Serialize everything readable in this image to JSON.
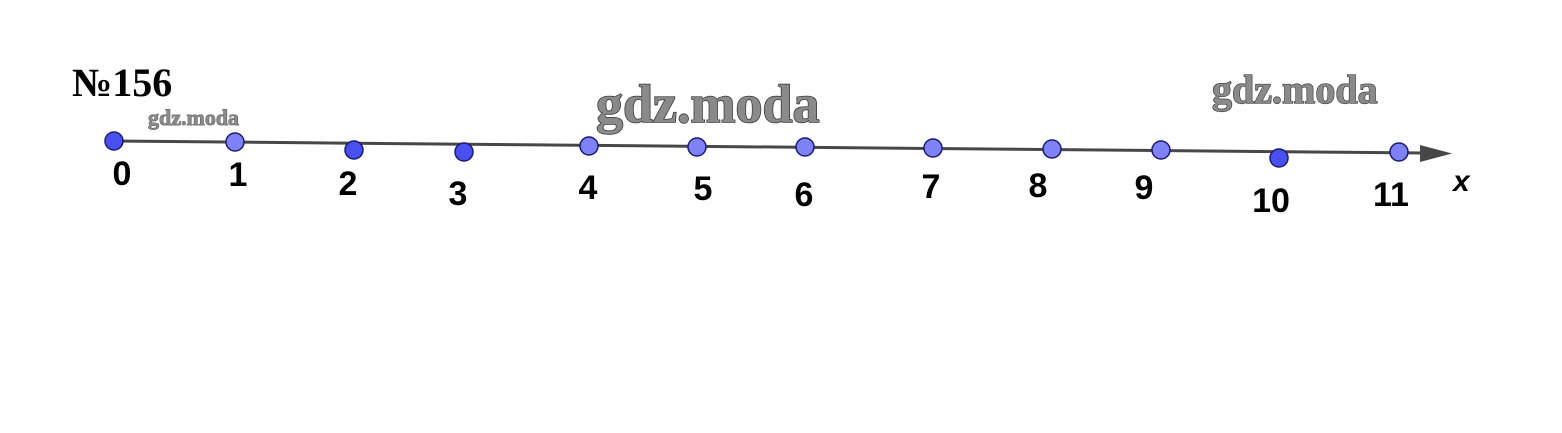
{
  "problem": {
    "number_label": "№156"
  },
  "axis": {
    "label": "x",
    "line_color": "#474747"
  },
  "points": [
    {
      "label": "0",
      "fill": "#4a4ff0"
    },
    {
      "label": "1",
      "fill": "#7f82f5"
    },
    {
      "label": "2",
      "fill": "#4a4ff0"
    },
    {
      "label": "3",
      "fill": "#4a4ff0"
    },
    {
      "label": "4",
      "fill": "#7f82f5"
    },
    {
      "label": "5",
      "fill": "#7f82f5"
    },
    {
      "label": "6",
      "fill": "#7f82f5"
    },
    {
      "label": "7",
      "fill": "#7f82f5"
    },
    {
      "label": "8",
      "fill": "#7f82f5"
    },
    {
      "label": "9",
      "fill": "#7f82f5"
    },
    {
      "label": "10",
      "fill": "#4a4ff0"
    },
    {
      "label": "11",
      "fill": "#7f82f5"
    }
  ],
  "watermarks": {
    "small": "gdz.moda",
    "large": "gdz.moda",
    "medium": "gdz.moda"
  }
}
